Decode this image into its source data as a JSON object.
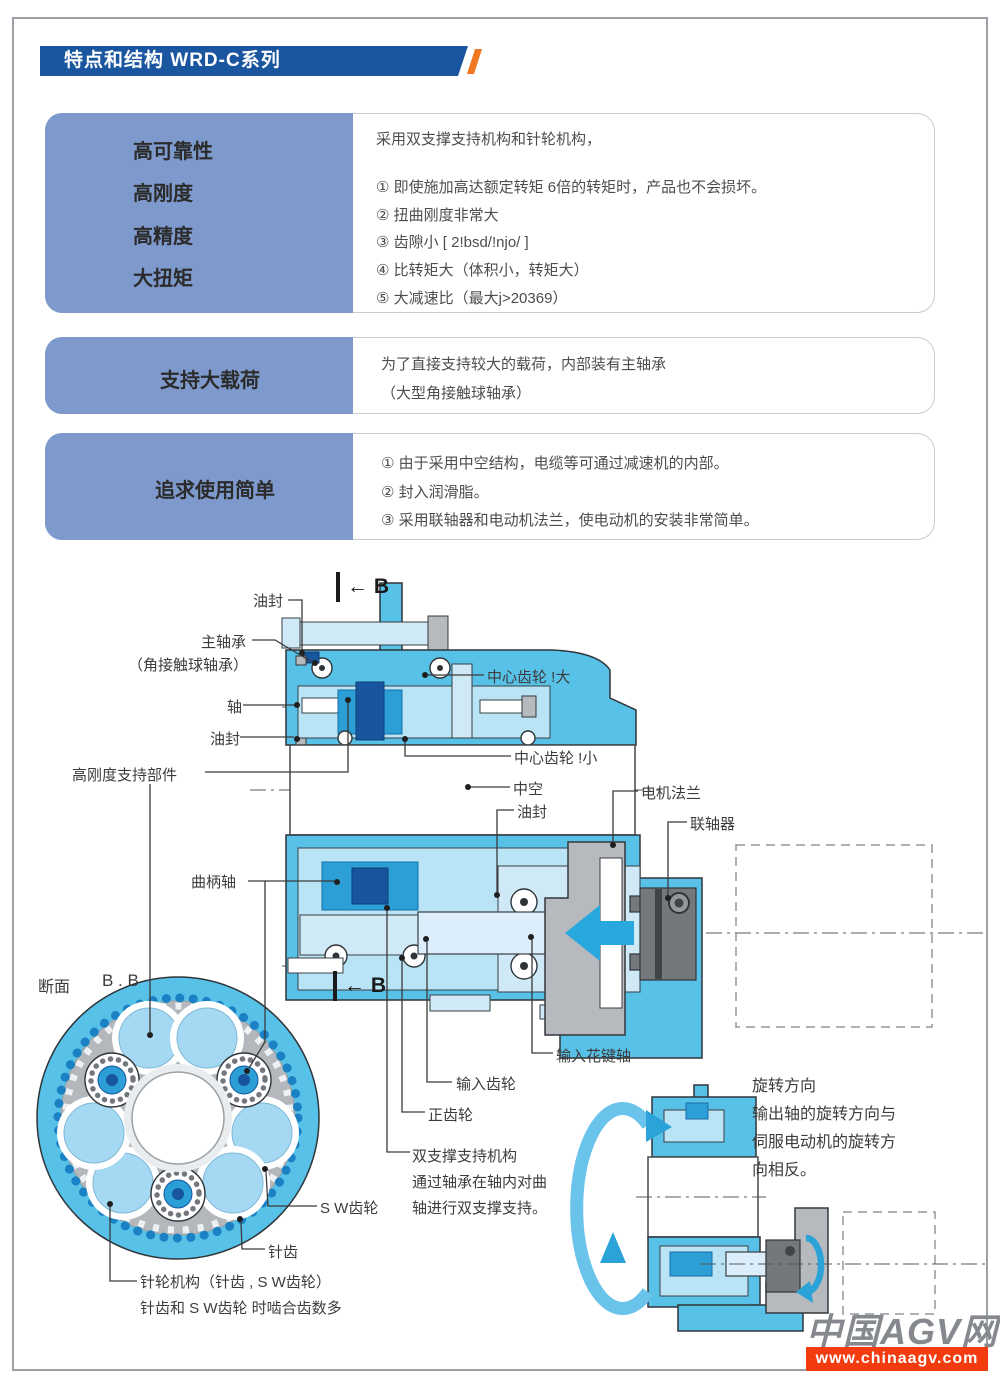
{
  "header": {
    "title": "特点和结构 WRD-C系列"
  },
  "cards": [
    {
      "title_lines": [
        "高可靠性",
        "高刚度",
        "高精度",
        "大扭矩"
      ],
      "intro": "采用双支撑支持机构和针轮机构，",
      "items": [
        "① 即使施加高达额定转矩 6倍的转矩时，产品也不会损坏。",
        "② 扭曲刚度非常大",
        "③ 齿隙小 [ 2!bsd/!njo/ ]",
        "④ 比转矩大（体积小，转矩大）",
        "⑤ 大减速比（最大j>20369）"
      ]
    },
    {
      "title_lines": [
        "支持大载荷"
      ],
      "items": [
        "为了直接支持较大的载荷，内部装有主轴承",
        "（大型角接触球轴承）"
      ]
    },
    {
      "title_lines": [
        "追求使用简单"
      ],
      "items": [
        "① 由于采用中空结构，电缆等可通过减速机的内部。",
        "② 封入润滑脂。",
        "③ 采用联轴器和电动机法兰，使电动机的安装非常简单。"
      ]
    }
  ],
  "diagram": {
    "section_marker": "← B",
    "labels": {
      "oil_seal_top": "油封",
      "main_bearing": "主轴承",
      "main_bearing_note": "（角接触球轴承）",
      "shaft": "轴",
      "oil_seal_left": "油封",
      "rigid_support": "高刚度支持部件",
      "crank_shaft": "曲柄轴",
      "section_label": "断面",
      "section_name": "B . B",
      "center_gear_large": "中心齿轮 !大",
      "center_gear_small": "中心齿轮 !小",
      "hollow": "中空",
      "oil_seal_right": "油封",
      "motor_flange": "电机法兰",
      "coupling": "联轴器",
      "input_spline_shaft": "输入花键轴",
      "input_gear": "输入齿轮",
      "spur_gear": "正齿轮",
      "double_support_line1": "双支撑支持机构",
      "double_support_line2": "通过轴承在轴内对曲",
      "double_support_line3": "轴进行双支撑支持。",
      "sw_gear": "S W齿轮",
      "pin_tooth": "针齿",
      "pin_wheel_line1": "针轮机构（针齿 , S W齿轮）",
      "pin_wheel_line2": "针齿和 S W齿轮 时啮合齿数多"
    },
    "rotation_note": {
      "title": "旋转方向",
      "lines": [
        "输出轴的旋转方向与",
        "伺服电动机的旋转方",
        "向相反。"
      ]
    }
  },
  "footer": {
    "logo": "中国AGV网",
    "url": "www.chinaagv.com"
  },
  "colors": {
    "header_blue": "#1a56a0",
    "orange": "#f07820",
    "panel_blue": "#7e9acd",
    "card_border": "#c9ccd0",
    "cyan": "#58c1e8",
    "light_cyan": "#b9e4f5",
    "pale_cyan": "#dceefb",
    "mid_blue": "#2b9fd6",
    "dark_blue": "#17569f",
    "gray_part": "#b6babe",
    "dark_gray": "#74787c",
    "arrow_blue": "#29a8dd",
    "red_bar": "#f23b0e",
    "logo_gray": "#85898d"
  }
}
